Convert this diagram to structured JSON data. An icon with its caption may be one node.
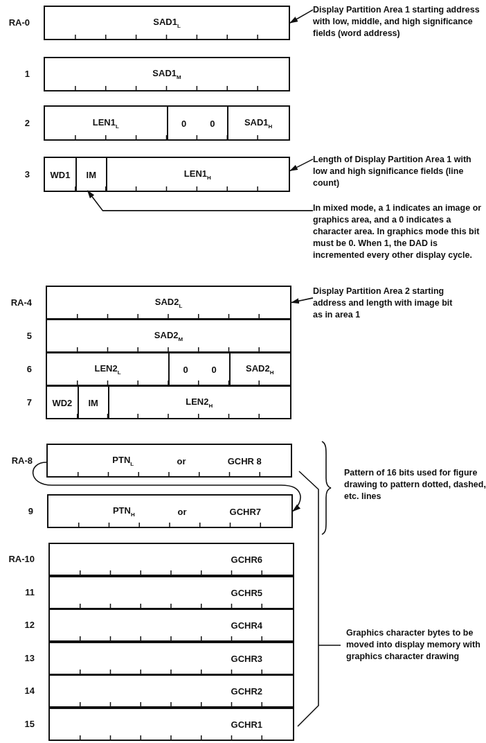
{
  "diagram": {
    "nodes": [
      {
        "text": [
          "SAD1$_{L}$"
        ],
        "beside": [
          "RA-0"
        ]
      },
      {
        "text": [
          "Display Partition Area 1 starting address with low, middle, and high significance fields (word address)"
        ]
      },
      {
        "text": [
          "SAD1$_{M}$"
        ],
        "beside": [
          "1"
        ]
      },
      {
        "text": [],
        "shape": "box",
        "beside": [
          "2"
        ]
      },
      {
        "text": [
          "LEN1$_{L}$"
        ],
        "in": 3
      },
      {
        "text": [
          "0",
          "0"
        ],
        "in": 3
      },
      {
        "text": [
          "SAD1$_{H}$"
        ],
        "in": 3
      },
      {
        "text": [],
        "shape": "box",
        "beside": [
          "3"
        ]
      },
      {
        "text": [
          "WD1"
        ],
        "in": 7
      },
      {
        "text": [
          "IM"
        ],
        "in": 7
      },
      {
        "text": [
          "LEN1$_{H}$"
        ],
        "in": 7
      },
      {
        "text": [
          "Length of Display Partition Area 1 with low and high significance fields (line count)"
        ]
      },
      {
        "text": [
          "In mixed mode, a 1 indicates an image or graphics area, and a 0 indicates a character area. In graphics mode this bit must be 0. When 1, the DAD is incremented every other display cycle."
        ]
      },
      {
        "text": [
          "SAD2$_{L}$"
        ],
        "beside": [
          "RA-4"
        ]
      },
      {
        "text": [
          "Display Partition Area 2 starting address and length with image bit as in area 1"
        ]
      },
      {
        "text": [
          "SAD2$_{M}$"
        ],
        "beside": [
          "5"
        ]
      },
      {
        "text": [],
        "shape": "box",
        "beside": [
          "6"
        ]
      },
      {
        "text": [
          "LEN2$_{L}$"
        ],
        "in": 16
      },
      {
        "text": [
          "0",
          "0"
        ],
        "in": 16
      },
      {
        "text": [
          "SAD2$_{H}$"
        ],
        "in": 16
      },
      {
        "text": [],
        "shape": "box",
        "beside": [
          "7"
        ]
      },
      {
        "text": [
          "WD2"
        ],
        "in": 20
      },
      {
        "text": [
          "IM"
        ],
        "in": 20
      },
      {
        "text": [
          "LEN2$_{H}$"
        ],
        "in": 20
      },
      {
        "text": [
          "PTN$_{L}$",
          "or",
          "GCHR 8"
        ],
        "beside": [
          "RA-8"
        ]
      },
      {
        "text": [
          "PTN$_{H}$",
          "or",
          "GCHR7"
        ],
        "beside": [
          "9"
        ]
      },
      {
        "text": [
          "GCHR6"
        ],
        "beside": [
          "RA-10"
        ]
      },
      {
        "text": [
          "GCHR5"
        ],
        "beside": [
          "11"
        ]
      },
      {
        "text": [
          "GCHR4"
        ],
        "beside": [
          "12"
        ]
      },
      {
        "text": [
          "GCHR3"
        ],
        "beside": [
          "13"
        ]
      },
      {
        "text": [
          "GCHR2"
        ],
        "beside": [
          "14"
        ]
      },
      {
        "text": [
          "GCHR1"
        ],
        "beside": [
          "15"
        ]
      }
    ],
    "edges": [
      {
        "from": 1,
        "to": 0,
        "arrow": "to"
      },
      {
        "from": 11,
        "to": 7,
        "arrow": "to"
      },
      {
        "from": 12,
        "to": 9,
        "arrow": "to"
      },
      {
        "from": 14,
        "to": 13,
        "arrow": "to"
      },
      {
        "from": 24,
        "to": 25,
        "arrow": "to"
      }
    ],
    "labels": [
      "Pattern of 16 bits used for figure drawing to pattern dotted, dashed, etc. lines",
      "Graphics character bytes to be moved into display memory with graphics character drawing"
    ]
  }
}
